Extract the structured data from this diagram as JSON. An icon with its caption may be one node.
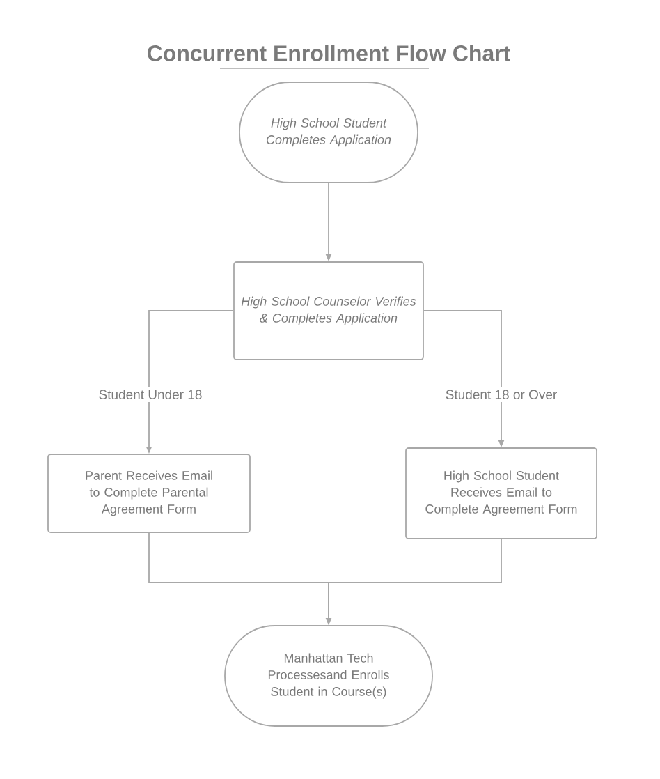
{
  "diagram": {
    "title": "Concurrent Enrollment Flow Chart",
    "nodes": [
      {
        "text": [
          "High School Student Completes Application"
        ]
      },
      {
        "text": [
          "High School Counselor Verifies & Completes Application"
        ]
      },
      {
        "text": [
          "Parent Receives Email to Complete Parental Agreement Form"
        ]
      },
      {
        "text": [
          "High School Student Receives Email to Complete Agreement Form"
        ]
      },
      {
        "text": [
          "Manhattan Tech Processesand Enrolls Student in Course(s)"
        ]
      }
    ],
    "edges": [
      {
        "from": 0,
        "to": 1,
        "arrow": "to"
      },
      {
        "from": 1,
        "to": 2,
        "arrow": "to",
        "label": "Student Under 18"
      },
      {
        "from": 1,
        "to": 3,
        "arrow": "to",
        "label": "Student 18 or Over"
      },
      {
        "from": 2,
        "to": 4,
        "arrow": "to"
      },
      {
        "from": 3,
        "to": 4,
        "arrow": "to"
      }
    ]
  }
}
